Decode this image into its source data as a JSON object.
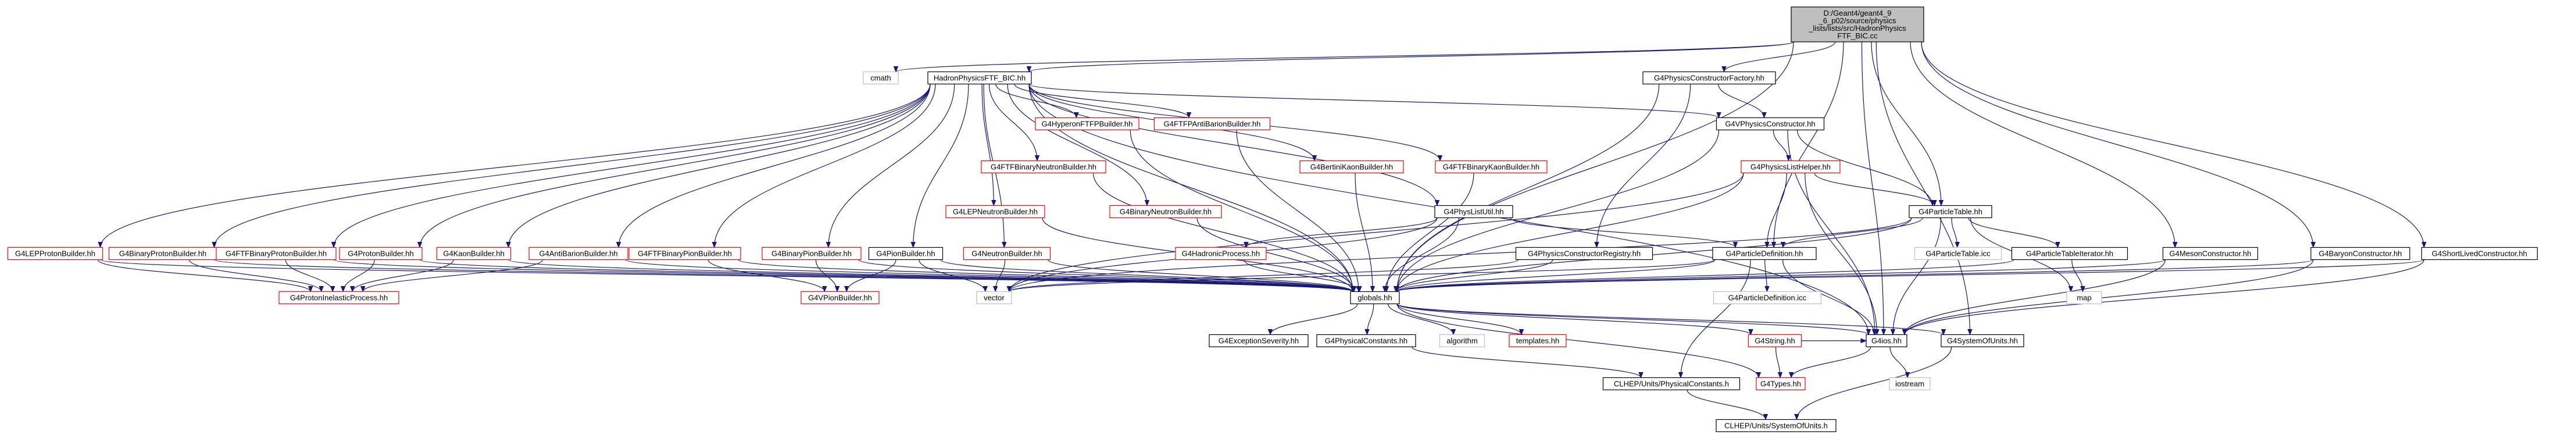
{
  "colors": {
    "edge": "#191970",
    "root_fill": "#bfbfbf",
    "node_fill": "#ffffff",
    "border_normal": "#000000",
    "border_missing": "#ff0000",
    "border_external": "#bfbfbf"
  },
  "nodes": [
    {
      "id": "root",
      "lines": [
        "D:/Geant4/geant4_9",
        "_6_p02/source/physics",
        "_lists/lists/src/HadronPhysics",
        "FTF_BIC.cc"
      ],
      "kind": "root"
    },
    {
      "id": "cmath",
      "lines": [
        "cmath"
      ],
      "kind": "external"
    },
    {
      "id": "hp",
      "lines": [
        "HadronPhysicsFTF_BIC.hh"
      ],
      "kind": "normal"
    },
    {
      "id": "pcf",
      "lines": [
        "G4PhysicsConstructorFactory.hh"
      ],
      "kind": "normal"
    },
    {
      "id": "vpc",
      "lines": [
        "G4VPhysicsConstructor.hh"
      ],
      "kind": "normal"
    },
    {
      "id": "hyper",
      "lines": [
        "G4HyperonFTFPBuilder.hh"
      ],
      "kind": "missing"
    },
    {
      "id": "antib",
      "lines": [
        "G4FTFPAntiBarionBuilder.hh"
      ],
      "kind": "missing"
    },
    {
      "id": "bertk",
      "lines": [
        "G4BertiniKaonBuilder.hh"
      ],
      "kind": "missing"
    },
    {
      "id": "ftfbk",
      "lines": [
        "G4FTFBinaryKaonBuilder.hh"
      ],
      "kind": "missing"
    },
    {
      "id": "ftfbn",
      "lines": [
        "G4FTFBinaryNeutronBuilder.hh"
      ],
      "kind": "missing"
    },
    {
      "id": "binn",
      "lines": [
        "G4BinaryNeutronBuilder.hh"
      ],
      "kind": "missing"
    },
    {
      "id": "lepn",
      "lines": [
        "G4LEPNeutronBuilder.hh"
      ],
      "kind": "missing"
    },
    {
      "id": "plh",
      "lines": [
        "G4PhysicsListHelper.hh"
      ],
      "kind": "missing"
    },
    {
      "id": "ptab",
      "lines": [
        "G4ParticleTable.hh"
      ],
      "kind": "normal"
    },
    {
      "id": "plu",
      "lines": [
        "G4PhysListUtil.hh"
      ],
      "kind": "normal"
    },
    {
      "id": "hadproc",
      "lines": [
        "G4HadronicProcess.hh"
      ],
      "kind": "missing"
    },
    {
      "id": "pcreg",
      "lines": [
        "G4PhysicsConstructorRegistry.hh"
      ],
      "kind": "normal"
    },
    {
      "id": "pdef",
      "lines": [
        "G4ParticleDefinition.hh"
      ],
      "kind": "normal"
    },
    {
      "id": "ptabicc",
      "lines": [
        "G4ParticleTable.icc"
      ],
      "kind": "external"
    },
    {
      "id": "ptiter",
      "lines": [
        "G4ParticleTableIterator.hh"
      ],
      "kind": "normal"
    },
    {
      "id": "meson",
      "lines": [
        "G4MesonConstructor.hh"
      ],
      "kind": "normal"
    },
    {
      "id": "baryon",
      "lines": [
        "G4BaryonConstructor.hh"
      ],
      "kind": "normal"
    },
    {
      "id": "shortl",
      "lines": [
        "G4ShortLivedConstructor.hh"
      ],
      "kind": "normal"
    },
    {
      "id": "leppb",
      "lines": [
        "G4LEPProtonBuilder.hh"
      ],
      "kind": "missing"
    },
    {
      "id": "binpb",
      "lines": [
        "G4BinaryProtonBuilder.hh"
      ],
      "kind": "missing"
    },
    {
      "id": "ftfbpb",
      "lines": [
        "G4FTFBinaryProtonBuilder.hh"
      ],
      "kind": "missing"
    },
    {
      "id": "protb",
      "lines": [
        "G4ProtonBuilder.hh"
      ],
      "kind": "missing"
    },
    {
      "id": "kaonb",
      "lines": [
        "G4KaonBuilder.hh"
      ],
      "kind": "missing"
    },
    {
      "id": "antibb",
      "lines": [
        "G4AntiBarionBuilder.hh"
      ],
      "kind": "missing"
    },
    {
      "id": "ftfbpib",
      "lines": [
        "G4FTFBinaryPionBuilder.hh"
      ],
      "kind": "missing"
    },
    {
      "id": "binpib",
      "lines": [
        "G4BinaryPionBuilder.hh"
      ],
      "kind": "missing"
    },
    {
      "id": "pionb",
      "lines": [
        "G4PionBuilder.hh"
      ],
      "kind": "normal"
    },
    {
      "id": "neutb",
      "lines": [
        "G4NeutronBuilder.hh"
      ],
      "kind": "missing"
    },
    {
      "id": "protinel",
      "lines": [
        "G4ProtonInelasticProcess.hh"
      ],
      "kind": "missing"
    },
    {
      "id": "vector",
      "lines": [
        "vector"
      ],
      "kind": "external"
    },
    {
      "id": "vpion",
      "lines": [
        "G4VPionBuilder.hh"
      ],
      "kind": "missing"
    },
    {
      "id": "globals",
      "lines": [
        "globals.hh"
      ],
      "kind": "normal"
    },
    {
      "id": "map",
      "lines": [
        "map"
      ],
      "kind": "external"
    },
    {
      "id": "pdicc",
      "lines": [
        "G4ParticleDefinition.icc"
      ],
      "kind": "external"
    },
    {
      "id": "excsev",
      "lines": [
        "G4ExceptionSeverity.hh"
      ],
      "kind": "normal"
    },
    {
      "id": "physconst",
      "lines": [
        "G4PhysicalConstants.hh"
      ],
      "kind": "normal"
    },
    {
      "id": "algo",
      "lines": [
        "algorithm"
      ],
      "kind": "external"
    },
    {
      "id": "templ",
      "lines": [
        "templates.hh"
      ],
      "kind": "missing"
    },
    {
      "id": "g4string",
      "lines": [
        "G4String.hh"
      ],
      "kind": "missing"
    },
    {
      "id": "g4ios",
      "lines": [
        "G4ios.hh"
      ],
      "kind": "normal"
    },
    {
      "id": "sysunits",
      "lines": [
        "G4SystemOfUnits.hh"
      ],
      "kind": "normal"
    },
    {
      "id": "clhepconst",
      "lines": [
        "CLHEP/Units/PhysicalConstants.h"
      ],
      "kind": "normal"
    },
    {
      "id": "g4types",
      "lines": [
        "G4Types.hh"
      ],
      "kind": "missing"
    },
    {
      "id": "iostream",
      "lines": [
        "iostream"
      ],
      "kind": "external"
    },
    {
      "id": "clhepsys",
      "lines": [
        "CLHEP/Units/SystemOfUnits.h"
      ],
      "kind": "normal"
    }
  ],
  "edges": [
    [
      "root",
      "cmath"
    ],
    [
      "root",
      "hp"
    ],
    [
      "root",
      "pcf"
    ],
    [
      "root",
      "ptab"
    ],
    [
      "root",
      "pdef"
    ],
    [
      "root",
      "meson"
    ],
    [
      "root",
      "baryon"
    ],
    [
      "root",
      "shortl"
    ],
    [
      "root",
      "globals"
    ],
    [
      "root",
      "g4ios"
    ],
    [
      "root",
      "sysunits"
    ],
    [
      "hp",
      "vpc"
    ],
    [
      "hp",
      "hyper"
    ],
    [
      "hp",
      "antib"
    ],
    [
      "hp",
      "bertk"
    ],
    [
      "hp",
      "ftfbk"
    ],
    [
      "hp",
      "ftfbn"
    ],
    [
      "hp",
      "binn"
    ],
    [
      "hp",
      "lepn"
    ],
    [
      "hp",
      "leppb"
    ],
    [
      "hp",
      "binpb"
    ],
    [
      "hp",
      "ftfbpb"
    ],
    [
      "hp",
      "protb"
    ],
    [
      "hp",
      "kaonb"
    ],
    [
      "hp",
      "antibb"
    ],
    [
      "hp",
      "ftfbpib"
    ],
    [
      "hp",
      "binpib"
    ],
    [
      "hp",
      "pionb"
    ],
    [
      "hp",
      "neutb"
    ],
    [
      "hp",
      "plu"
    ],
    [
      "hp",
      "globals"
    ],
    [
      "hp",
      "g4ios"
    ],
    [
      "pcf",
      "vpc"
    ],
    [
      "pcf",
      "pcreg"
    ],
    [
      "pcf",
      "globals"
    ],
    [
      "vpc",
      "plh"
    ],
    [
      "vpc",
      "ptab"
    ],
    [
      "vpc",
      "globals"
    ],
    [
      "vpc",
      "g4ios"
    ],
    [
      "plh",
      "ptab"
    ],
    [
      "plh",
      "pdef"
    ],
    [
      "plh",
      "vector"
    ],
    [
      "plh",
      "globals"
    ],
    [
      "plh",
      "g4ios"
    ],
    [
      "ptab",
      "ptabicc"
    ],
    [
      "ptab",
      "ptiter"
    ],
    [
      "ptab",
      "pdef"
    ],
    [
      "ptab",
      "map"
    ],
    [
      "ptab",
      "vector"
    ],
    [
      "ptab",
      "globals"
    ],
    [
      "ptab",
      "g4ios"
    ],
    [
      "ptiter",
      "map"
    ],
    [
      "ptiter",
      "globals"
    ],
    [
      "plu",
      "pdef"
    ],
    [
      "plu",
      "hadproc"
    ],
    [
      "plu",
      "vector"
    ],
    [
      "plu",
      "globals"
    ],
    [
      "pcreg",
      "vector"
    ],
    [
      "pcreg",
      "globals"
    ],
    [
      "pdef",
      "pdicc"
    ],
    [
      "pdef",
      "vector"
    ],
    [
      "pdef",
      "globals"
    ],
    [
      "pdef",
      "g4ios"
    ],
    [
      "pdef",
      "clhepconst"
    ],
    [
      "meson",
      "globals"
    ],
    [
      "meson",
      "g4ios"
    ],
    [
      "baryon",
      "globals"
    ],
    [
      "baryon",
      "g4ios"
    ],
    [
      "shortl",
      "globals"
    ],
    [
      "shortl",
      "g4ios"
    ],
    [
      "hyper",
      "globals"
    ],
    [
      "antib",
      "globals"
    ],
    [
      "bertk",
      "globals"
    ],
    [
      "ftfbk",
      "globals"
    ],
    [
      "ftfbn",
      "globals"
    ],
    [
      "binn",
      "globals"
    ],
    [
      "lepn",
      "globals"
    ],
    [
      "hadproc",
      "globals"
    ],
    [
      "leppb",
      "protinel"
    ],
    [
      "leppb",
      "globals"
    ],
    [
      "binpb",
      "protinel"
    ],
    [
      "binpb",
      "globals"
    ],
    [
      "ftfbpb",
      "protinel"
    ],
    [
      "ftfbpb",
      "globals"
    ],
    [
      "protb",
      "protinel"
    ],
    [
      "protb",
      "globals"
    ],
    [
      "kaonb",
      "protinel"
    ],
    [
      "kaonb",
      "globals"
    ],
    [
      "antibb",
      "protinel"
    ],
    [
      "antibb",
      "globals"
    ],
    [
      "ftfbpib",
      "vpion"
    ],
    [
      "ftfbpib",
      "globals"
    ],
    [
      "binpib",
      "vpion"
    ],
    [
      "binpib",
      "globals"
    ],
    [
      "pionb",
      "vpion"
    ],
    [
      "pionb",
      "vector"
    ],
    [
      "pionb",
      "globals"
    ],
    [
      "neutb",
      "vector"
    ],
    [
      "neutb",
      "globals"
    ],
    [
      "globals",
      "excsev"
    ],
    [
      "globals",
      "physconst"
    ],
    [
      "globals",
      "algo"
    ],
    [
      "globals",
      "templ"
    ],
    [
      "globals",
      "g4string"
    ],
    [
      "globals",
      "g4ios"
    ],
    [
      "globals",
      "sysunits"
    ],
    [
      "globals",
      "g4types"
    ],
    [
      "g4string",
      "g4types"
    ],
    [
      "g4string",
      "g4ios"
    ],
    [
      "g4ios",
      "g4types"
    ],
    [
      "g4ios",
      "iostream"
    ],
    [
      "physconst",
      "clhepconst"
    ],
    [
      "sysunits",
      "clhepsys"
    ],
    [
      "clhepconst",
      "clhepsys"
    ]
  ]
}
